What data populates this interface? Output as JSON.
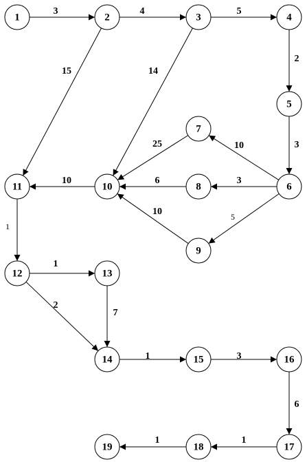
{
  "graph": {
    "nodes": [
      {
        "id": "1",
        "label": "1"
      },
      {
        "id": "2",
        "label": "2"
      },
      {
        "id": "3",
        "label": "3"
      },
      {
        "id": "4",
        "label": "4"
      },
      {
        "id": "5",
        "label": "5"
      },
      {
        "id": "6",
        "label": "6"
      },
      {
        "id": "7",
        "label": "7"
      },
      {
        "id": "8",
        "label": "8"
      },
      {
        "id": "9",
        "label": "9"
      },
      {
        "id": "10",
        "label": "10"
      },
      {
        "id": "11",
        "label": "11"
      },
      {
        "id": "12",
        "label": "12"
      },
      {
        "id": "13",
        "label": "13"
      },
      {
        "id": "14",
        "label": "14"
      },
      {
        "id": "15",
        "label": "15"
      },
      {
        "id": "16",
        "label": "16"
      },
      {
        "id": "17",
        "label": "17"
      },
      {
        "id": "18",
        "label": "18"
      },
      {
        "id": "19",
        "label": "19"
      }
    ],
    "edges": [
      {
        "from": "1",
        "to": "2",
        "label": "3"
      },
      {
        "from": "2",
        "to": "3",
        "label": "4"
      },
      {
        "from": "3",
        "to": "4",
        "label": "5"
      },
      {
        "from": "4",
        "to": "5",
        "label": "2"
      },
      {
        "from": "5",
        "to": "6",
        "label": "3"
      },
      {
        "from": "2",
        "to": "11",
        "label": "15"
      },
      {
        "from": "3",
        "to": "10",
        "label": "14"
      },
      {
        "from": "7",
        "to": "10",
        "label": "25"
      },
      {
        "from": "6",
        "to": "7",
        "label": "10"
      },
      {
        "from": "6",
        "to": "8",
        "label": "3"
      },
      {
        "from": "8",
        "to": "10",
        "label": "6"
      },
      {
        "from": "10",
        "to": "11",
        "label": "10"
      },
      {
        "from": "6",
        "to": "9",
        "label": "5"
      },
      {
        "from": "9",
        "to": "10",
        "label": "10"
      },
      {
        "from": "11",
        "to": "12",
        "label": "1"
      },
      {
        "from": "12",
        "to": "13",
        "label": "1"
      },
      {
        "from": "12",
        "to": "14",
        "label": "2"
      },
      {
        "from": "13",
        "to": "14",
        "label": "7"
      },
      {
        "from": "14",
        "to": "15",
        "label": "1"
      },
      {
        "from": "15",
        "to": "16",
        "label": "3"
      },
      {
        "from": "16",
        "to": "17",
        "label": "6"
      },
      {
        "from": "17",
        "to": "18",
        "label": "1"
      },
      {
        "from": "18",
        "to": "19",
        "label": "1"
      }
    ]
  }
}
